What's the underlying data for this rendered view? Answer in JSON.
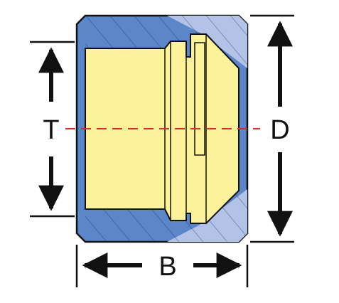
{
  "labels": {
    "thread": "T",
    "diameter": "D",
    "width": "B"
  },
  "colors": {
    "body_blue": "#5b86c9",
    "body_light_blue": "#b3c3e8",
    "bore_yellow": "#fbf29a",
    "outline": "#111111",
    "centerline_red": "#e8262d",
    "dimension_black": "#111111"
  }
}
